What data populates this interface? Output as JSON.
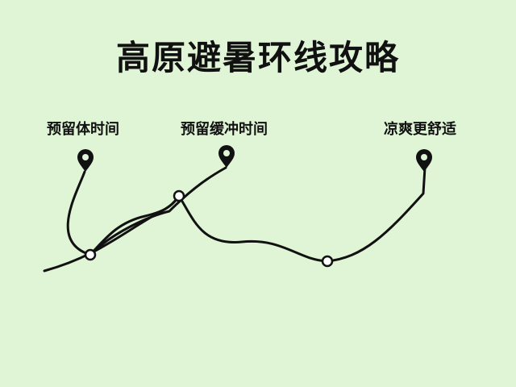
{
  "title": "高原避暑环线攻略",
  "labels": {
    "first": "预留体时间",
    "second": "预留缓冲时间",
    "third": "凉爽更舒适"
  },
  "colors": {
    "background": "#dff5d6",
    "ink": "#111111",
    "node_fill": "#ffffff"
  },
  "icons": [
    "map-pin-icon",
    "map-pin-icon",
    "map-pin-icon"
  ]
}
